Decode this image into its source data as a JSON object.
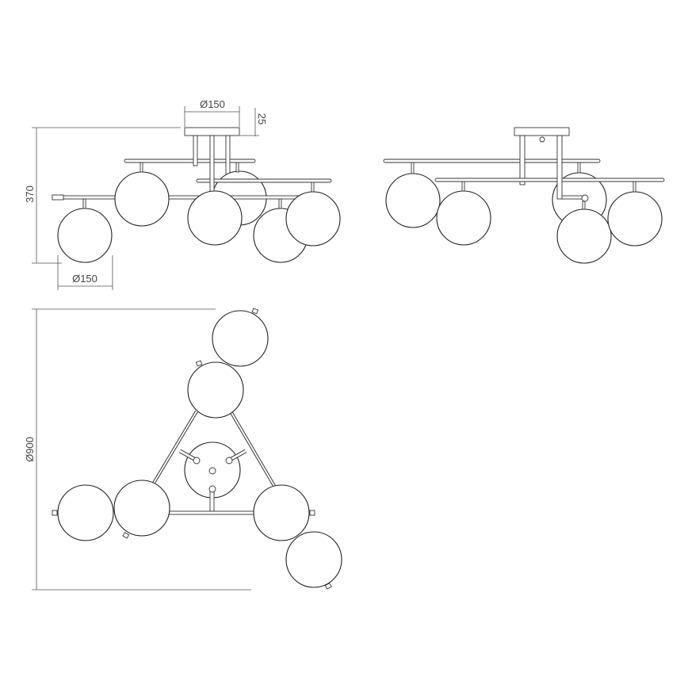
{
  "drawing": {
    "front_view": {
      "canopy_diameter": "Ø150",
      "canopy_height": "25",
      "total_height": "370",
      "globe_diameter": "Ø150"
    },
    "plan_view": {
      "overall_diameter": "Ø900"
    }
  },
  "colors": {
    "line": "#333333",
    "background": "#ffffff"
  }
}
